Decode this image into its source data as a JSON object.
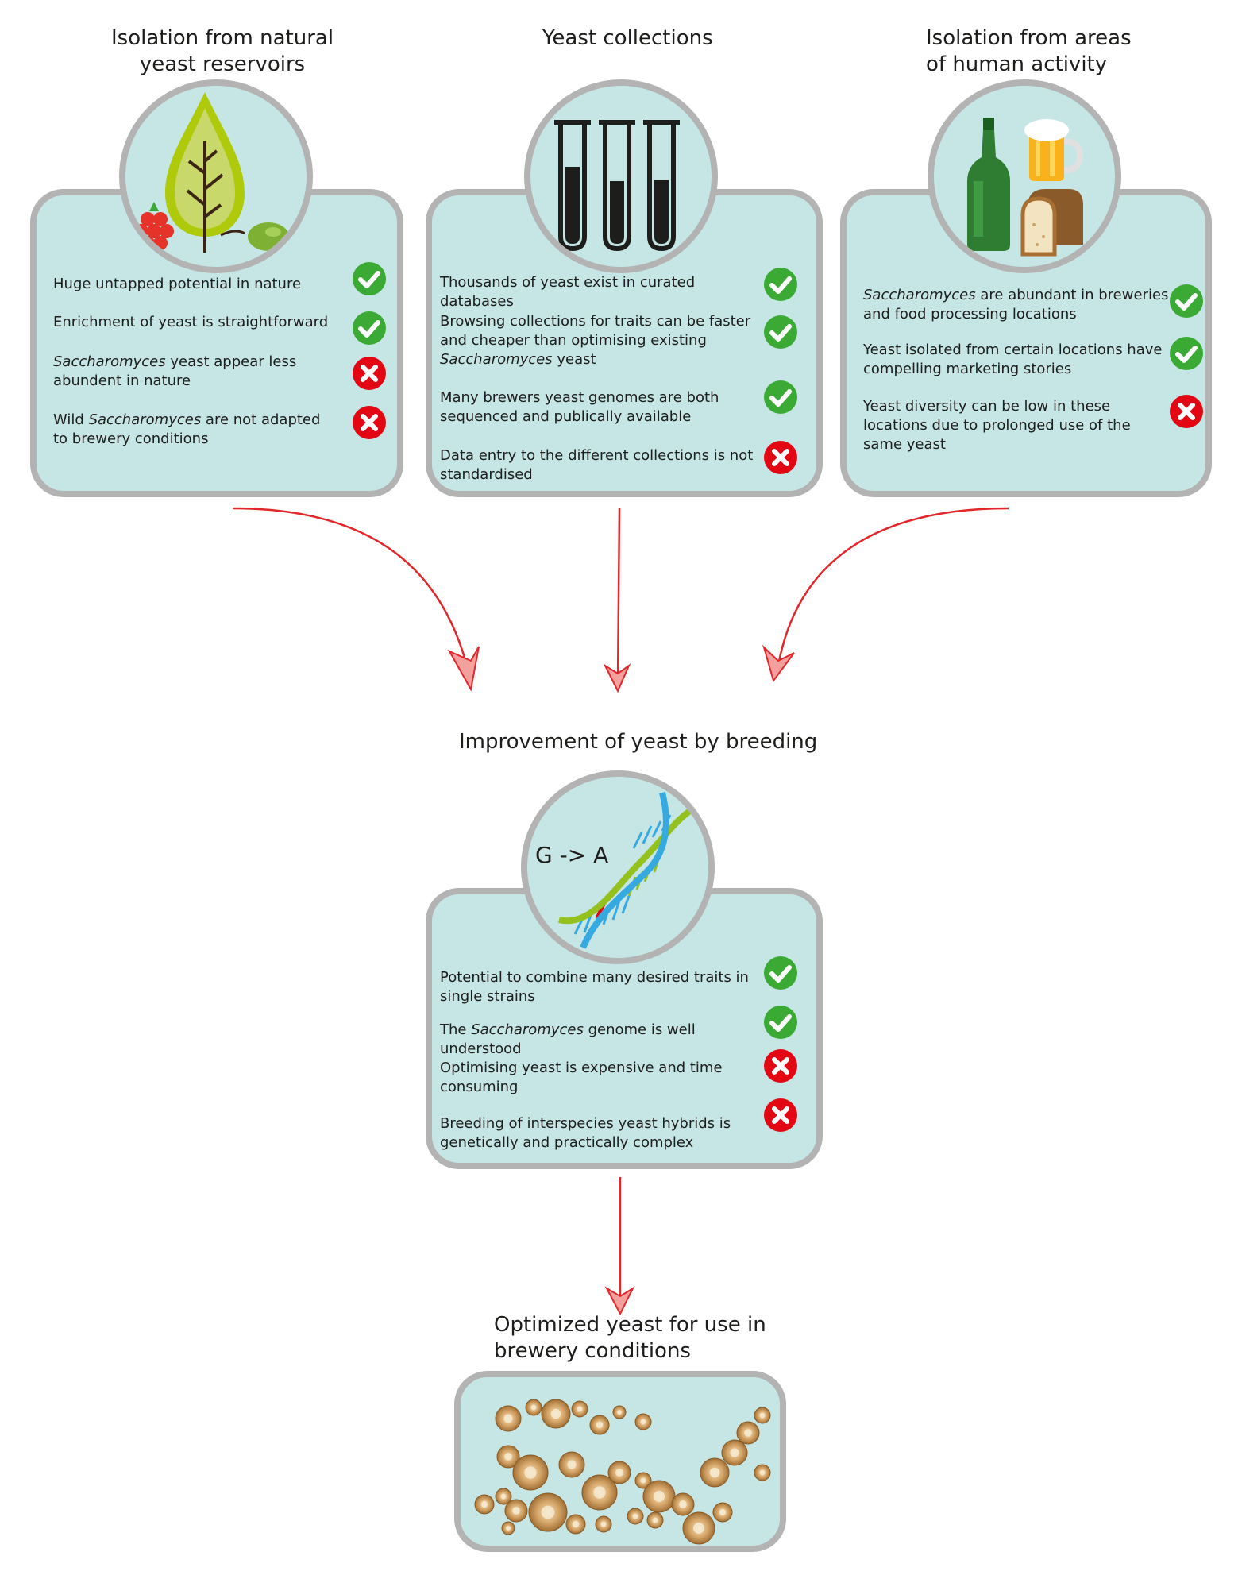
{
  "sources": [
    {
      "title_lines": [
        "Isolation from natural",
        "yeast reservoirs"
      ],
      "items": [
        {
          "pre": "",
          "em": "",
          "post": "Huge untapped potential in nature",
          "verdict": "pro"
        },
        {
          "pre": "",
          "em": "",
          "post": "Enrichment of yeast is straightforward",
          "verdict": "pro"
        },
        {
          "pre": "",
          "em": "Saccharomyces",
          "post": " yeast appear less abundent in nature",
          "verdict": "con"
        },
        {
          "pre": "Wild ",
          "em": "Saccharomyces",
          "post": " are not adapted to brewery conditions",
          "verdict": "con"
        }
      ]
    },
    {
      "title_lines": [
        "Yeast collections"
      ],
      "items": [
        {
          "pre": "",
          "em": "",
          "post": "Thousands of yeast exist in curated databases",
          "verdict": "pro"
        },
        {
          "pre": "Browsing collections for traits can be faster and cheaper than optimising existing ",
          "em": "Saccharomyces",
          "post": " yeast",
          "verdict": "pro"
        },
        {
          "pre": "",
          "em": "",
          "post": "Many brewers yeast genomes are both sequenced and publically available",
          "verdict": "pro"
        },
        {
          "pre": "",
          "em": "",
          "post": "Data entry to the different collections is not standardised",
          "verdict": "con"
        }
      ]
    },
    {
      "title_lines": [
        "Isolation from areas",
        "of human activity"
      ],
      "items": [
        {
          "pre": "",
          "em": "Saccharomyces",
          "post": " are abundant in breweries and food processing locations",
          "verdict": "pro"
        },
        {
          "pre": "",
          "em": "",
          "post": "Yeast isolated from certain locations have compelling marketing stories",
          "verdict": "pro"
        },
        {
          "pre": "",
          "em": "",
          "post": "Yeast diversity can be low in these locations due to prolonged use of the same yeast",
          "verdict": "con"
        }
      ]
    }
  ],
  "breeding": {
    "title": "Improvement of yeast by breeding",
    "dna_label": "G -> A",
    "items": [
      {
        "pre": "",
        "em": "",
        "post": "Potential to combine many desired traits in single strains",
        "verdict": "pro"
      },
      {
        "pre": "The ",
        "em": "Saccharomyces",
        "post": " genome is well understood",
        "verdict": "pro"
      },
      {
        "pre": "",
        "em": "",
        "post": "Optimising yeast is expensive and time consuming",
        "verdict": "con"
      },
      {
        "pre": "",
        "em": "",
        "post": "Breeding of interspecies yeast  hybrids is genetically and practically complex",
        "verdict": "con"
      }
    ]
  },
  "result": {
    "title_lines": [
      "Optimized yeast for use in",
      "brewery conditions"
    ]
  },
  "colors": {
    "panel_fill": "#c6e6e6",
    "panel_border": "#b3b3b3",
    "pro": "#3aaa35",
    "con": "#e30613",
    "arrow": "#e2262a"
  },
  "icons": [
    "tree-icon",
    "raspberry-icon",
    "olive-icon",
    "test-tubes-icon",
    "wine-bottle-icon",
    "beer-mug-icon",
    "bread-icon",
    "dna-helix-icon",
    "yeast-cells-icon",
    "check-icon",
    "cross-icon"
  ]
}
